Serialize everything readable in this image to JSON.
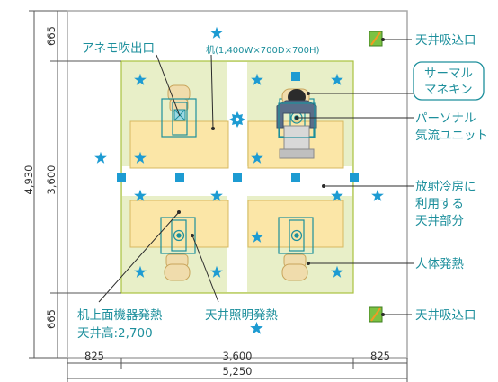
{
  "labels": {
    "anemo_outlet": "アネモ吹出口",
    "desk_spec": "机(1,400W×700D×700H)",
    "ceiling_intake_top": "天井吸込口",
    "ceiling_intake_bottom": "天井吸込口",
    "thermal_mannequin": [
      "サーマル",
      "マネキン"
    ],
    "personal_unit": [
      "パーソナル",
      "気流ユニット"
    ],
    "radiant_ceiling": [
      "放射冷房に",
      "利用する",
      "天井部分"
    ],
    "human_heat": "人体発熱",
    "desk_equipment_heat": "机上面機器発熱",
    "ceiling_height": "天井高:2,700",
    "lighting_heat": "天井照明発熱"
  },
  "dimensions": {
    "vertical_total_a": "4,930",
    "vertical_total_b": "3,600",
    "vertical_top": "665",
    "vertical_bottom": "665",
    "horizontal_left": "825",
    "horizontal_mid": "3,600",
    "horizontal_right": "825",
    "horizontal_total": "5,250"
  },
  "colors": {
    "accent": "#1d8f9c",
    "room_border": "#a9a9a9",
    "radiant_area": "#e8efc8",
    "radiant_border": "#a9c23f",
    "desk": "#fbe6a7",
    "desk_border": "#d7b860",
    "light_star": "#1d9bd2",
    "intake_green": "#7cc243",
    "intake_orange": "#f29a23"
  }
}
